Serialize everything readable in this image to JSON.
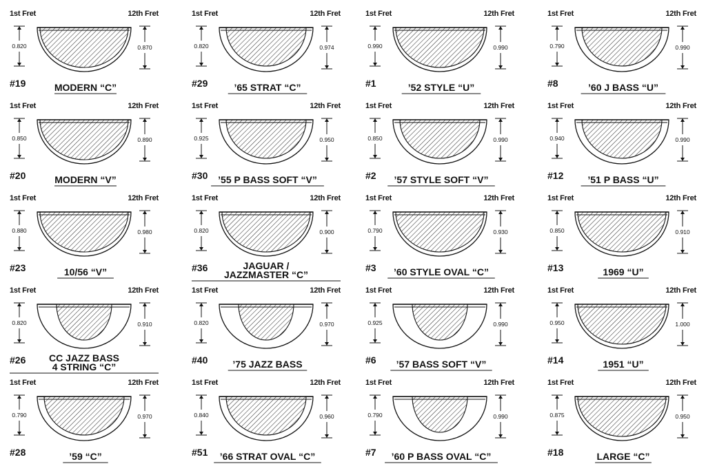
{
  "labels": {
    "first_fret": "1st Fret",
    "twelfth_fret": "12th Fret"
  },
  "colors": {
    "ink": "#111111",
    "hatch": "#333333",
    "background": "#ffffff"
  },
  "profiles": [
    {
      "number": "#19",
      "name": [
        "MODERN “C”"
      ],
      "first": "0.820",
      "twelfth": "0.870",
      "style": "full"
    },
    {
      "number": "#29",
      "name": [
        "’65 STRAT “C”"
      ],
      "first": "0.820",
      "twelfth": "0.974",
      "style": "deep"
    },
    {
      "number": "#1",
      "name": [
        "’52 STYLE “U”"
      ],
      "first": "0.990",
      "twelfth": "0.990",
      "style": "full"
    },
    {
      "number": "#8",
      "name": [
        "’60 J BASS “U”"
      ],
      "first": "0.790",
      "twelfth": "0.990",
      "style": "deep"
    },
    {
      "number": "#20",
      "name": [
        "MODERN “V”"
      ],
      "first": "0.850",
      "twelfth": "0.890",
      "style": "full"
    },
    {
      "number": "#30",
      "name": [
        "’55 P BASS SOFT “V”"
      ],
      "first": "0.925",
      "twelfth": "0.950",
      "style": "deep"
    },
    {
      "number": "#2",
      "name": [
        "’57 STYLE SOFT “V”"
      ],
      "first": "0.850",
      "twelfth": "0.990",
      "style": "deep"
    },
    {
      "number": "#12",
      "name": [
        "’51 P BASS “U”"
      ],
      "first": "0.940",
      "twelfth": "0.990",
      "style": "deep"
    },
    {
      "number": "#23",
      "name": [
        "10/56 “V”"
      ],
      "first": "0.880",
      "twelfth": "0.980",
      "style": "full"
    },
    {
      "number": "#36",
      "name": [
        "JAGUAR /",
        "JAZZMASTER “C”"
      ],
      "first": "0.820",
      "twelfth": "0.900",
      "style": "full"
    },
    {
      "number": "#3",
      "name": [
        "’60 STYLE OVAL “C”"
      ],
      "first": "0.790",
      "twelfth": "0.930",
      "style": "full"
    },
    {
      "number": "#13",
      "name": [
        "1969 “U”"
      ],
      "first": "0.850",
      "twelfth": "0.910",
      "style": "full"
    },
    {
      "number": "#26",
      "name": [
        "CC JAZZ BASS",
        "4 STRING “C”"
      ],
      "first": "0.820",
      "twelfth": "0.910",
      "style": "narrow"
    },
    {
      "number": "#40",
      "name": [
        "’75 JAZZ BASS"
      ],
      "first": "0.820",
      "twelfth": "0.970",
      "style": "narrow"
    },
    {
      "number": "#6",
      "name": [
        "’57 BASS SOFT “V”"
      ],
      "first": "0.925",
      "twelfth": "0.990",
      "style": "narrow"
    },
    {
      "number": "#14",
      "name": [
        "1951 “U”"
      ],
      "first": "0.950",
      "twelfth": "1.000",
      "style": "full"
    },
    {
      "number": "#28",
      "name": [
        "’59 “C”"
      ],
      "first": "0.790",
      "twelfth": "0.970",
      "style": "deep"
    },
    {
      "number": "#51",
      "name": [
        "’66 STRAT OVAL “C”"
      ],
      "first": "0.840",
      "twelfth": "0.960",
      "style": "deep"
    },
    {
      "number": "#7",
      "name": [
        "’60 P BASS OVAL “C”"
      ],
      "first": "0.790",
      "twelfth": "0.990",
      "style": "narrow"
    },
    {
      "number": "#18",
      "name": [
        "LARGE “C”"
      ],
      "first": "0.875",
      "twelfth": "0.950",
      "style": "full"
    }
  ]
}
